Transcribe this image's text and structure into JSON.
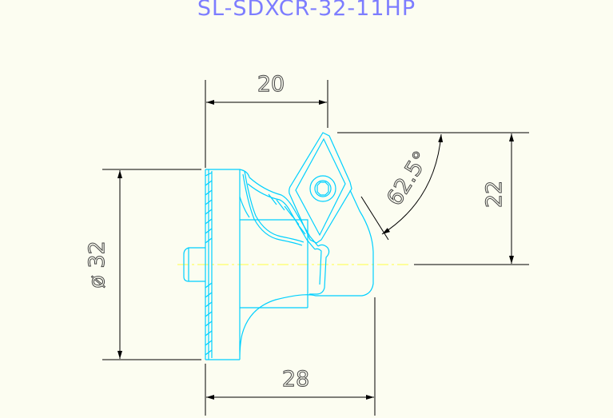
{
  "drawing": {
    "title": "SL-SDXCR-32-11HP",
    "dimensions": {
      "width_top": "20",
      "diameter": "ø 32",
      "height_right": "22",
      "length_bottom": "28",
      "angle": "62.5°"
    },
    "colors": {
      "background": "#fcfdf1",
      "title": "#7d7dff",
      "part_outline": "#00d0ff",
      "dimension_lines": "#000000",
      "centerline": "#ffff66"
    }
  }
}
